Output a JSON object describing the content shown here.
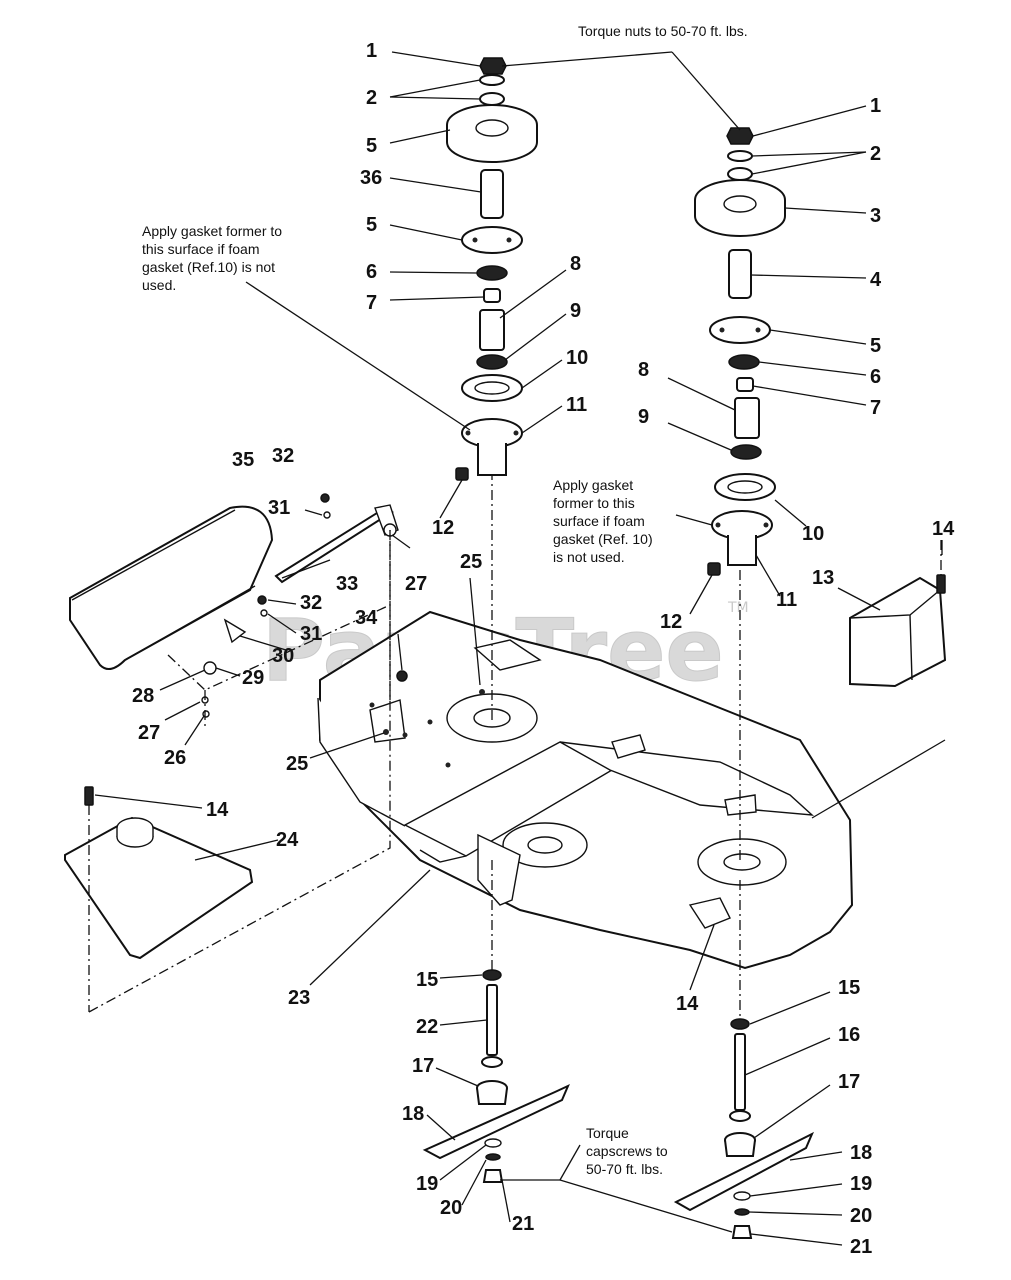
{
  "watermark": {
    "text": "PartsTree",
    "trademark": "TM"
  },
  "notes": {
    "torque_nuts": "Torque nuts to 50-70 ft. lbs.",
    "gasket_left": [
      "Apply gasket former to",
      "this surface if foam",
      "gasket (Ref.10) is not",
      "used."
    ],
    "gasket_right": [
      "Apply gasket",
      "former to this",
      "surface if foam",
      "gasket (Ref. 10)",
      "is not used."
    ],
    "torque_capscrews": [
      "Torque",
      "capscrews to",
      "50-70 ft. lbs."
    ]
  },
  "callouts": {
    "c1": "1",
    "c2": "2",
    "c5a": "5",
    "c36": "36",
    "c5b": "5",
    "c6a": "6",
    "c7a": "7",
    "c8a": "8",
    "c9a": "9",
    "c10a": "10",
    "c11a": "11",
    "c12a": "12",
    "c1r": "1",
    "c2r": "2",
    "c3": "3",
    "c4": "4",
    "c5r": "5",
    "c6r": "6",
    "c7r": "7",
    "c8r": "8",
    "c9r": "9",
    "c10r": "10",
    "c11r": "11",
    "c12r": "12",
    "c35": "35",
    "c32a": "32",
    "c31a": "31",
    "c33": "33",
    "c27a": "27",
    "c25a": "25",
    "c32b": "32",
    "c31b": "31",
    "c30": "30",
    "c34": "34",
    "c29": "29",
    "c28": "28",
    "c27b": "27",
    "c26": "26",
    "c25b": "25",
    "c13": "13",
    "c14a": "14",
    "c14b": "14",
    "c24": "24",
    "c23": "23",
    "c14c": "14",
    "c15a": "15",
    "c22": "22",
    "c17a": "17",
    "c18a": "18",
    "c19a": "19",
    "c20a": "20",
    "c21a": "21",
    "c15b": "15",
    "c16": "16",
    "c17b": "17",
    "c18b": "18",
    "c19b": "19",
    "c20b": "20",
    "c21b": "21"
  }
}
